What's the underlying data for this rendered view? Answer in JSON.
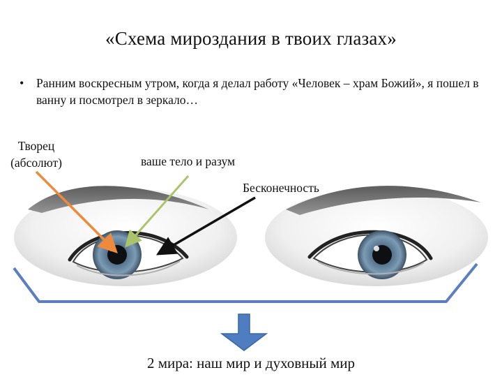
{
  "slide": {
    "title": "«Схема мироздания в твоих глазах»",
    "bullet": "Ранним воскресным утром, когда я делал работу «Человек – храм Божий», я пошел в ванну и посмотрел в зеркало…",
    "caption": "2 мира: наш мир и духовный мир"
  },
  "labels": {
    "creator_line1": "Творец",
    "creator_line2": "(абсолют)",
    "body_mind": "ваше тело и разум",
    "infinity": "Бесконечность"
  },
  "colors": {
    "creator_arrow": "#ee8a3c",
    "body_arrow": "#a9c46a",
    "infinity_arrow": "#111111",
    "tray": "#5b7fc0",
    "down_arrow": "#4f7dc2",
    "iris": "#6f8ea8"
  }
}
